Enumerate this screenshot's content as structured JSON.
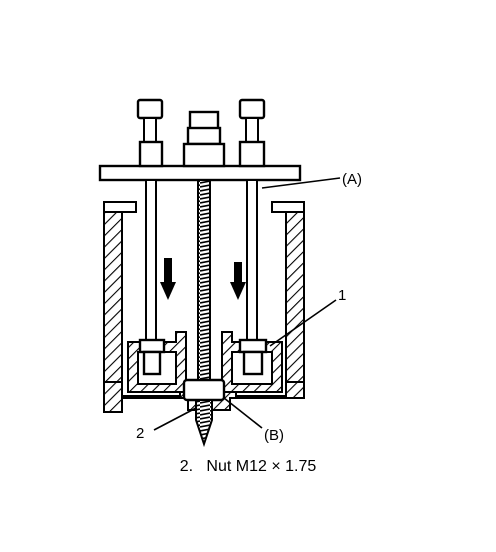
{
  "labels": {
    "plate": "(A)",
    "nut": "(B)",
    "part_1": "1",
    "part_2": "2"
  },
  "caption": {
    "number": "2.",
    "text": "Nut M12 × 1.75"
  },
  "colors": {
    "ink": "#000000",
    "paper": "#ffffff"
  }
}
